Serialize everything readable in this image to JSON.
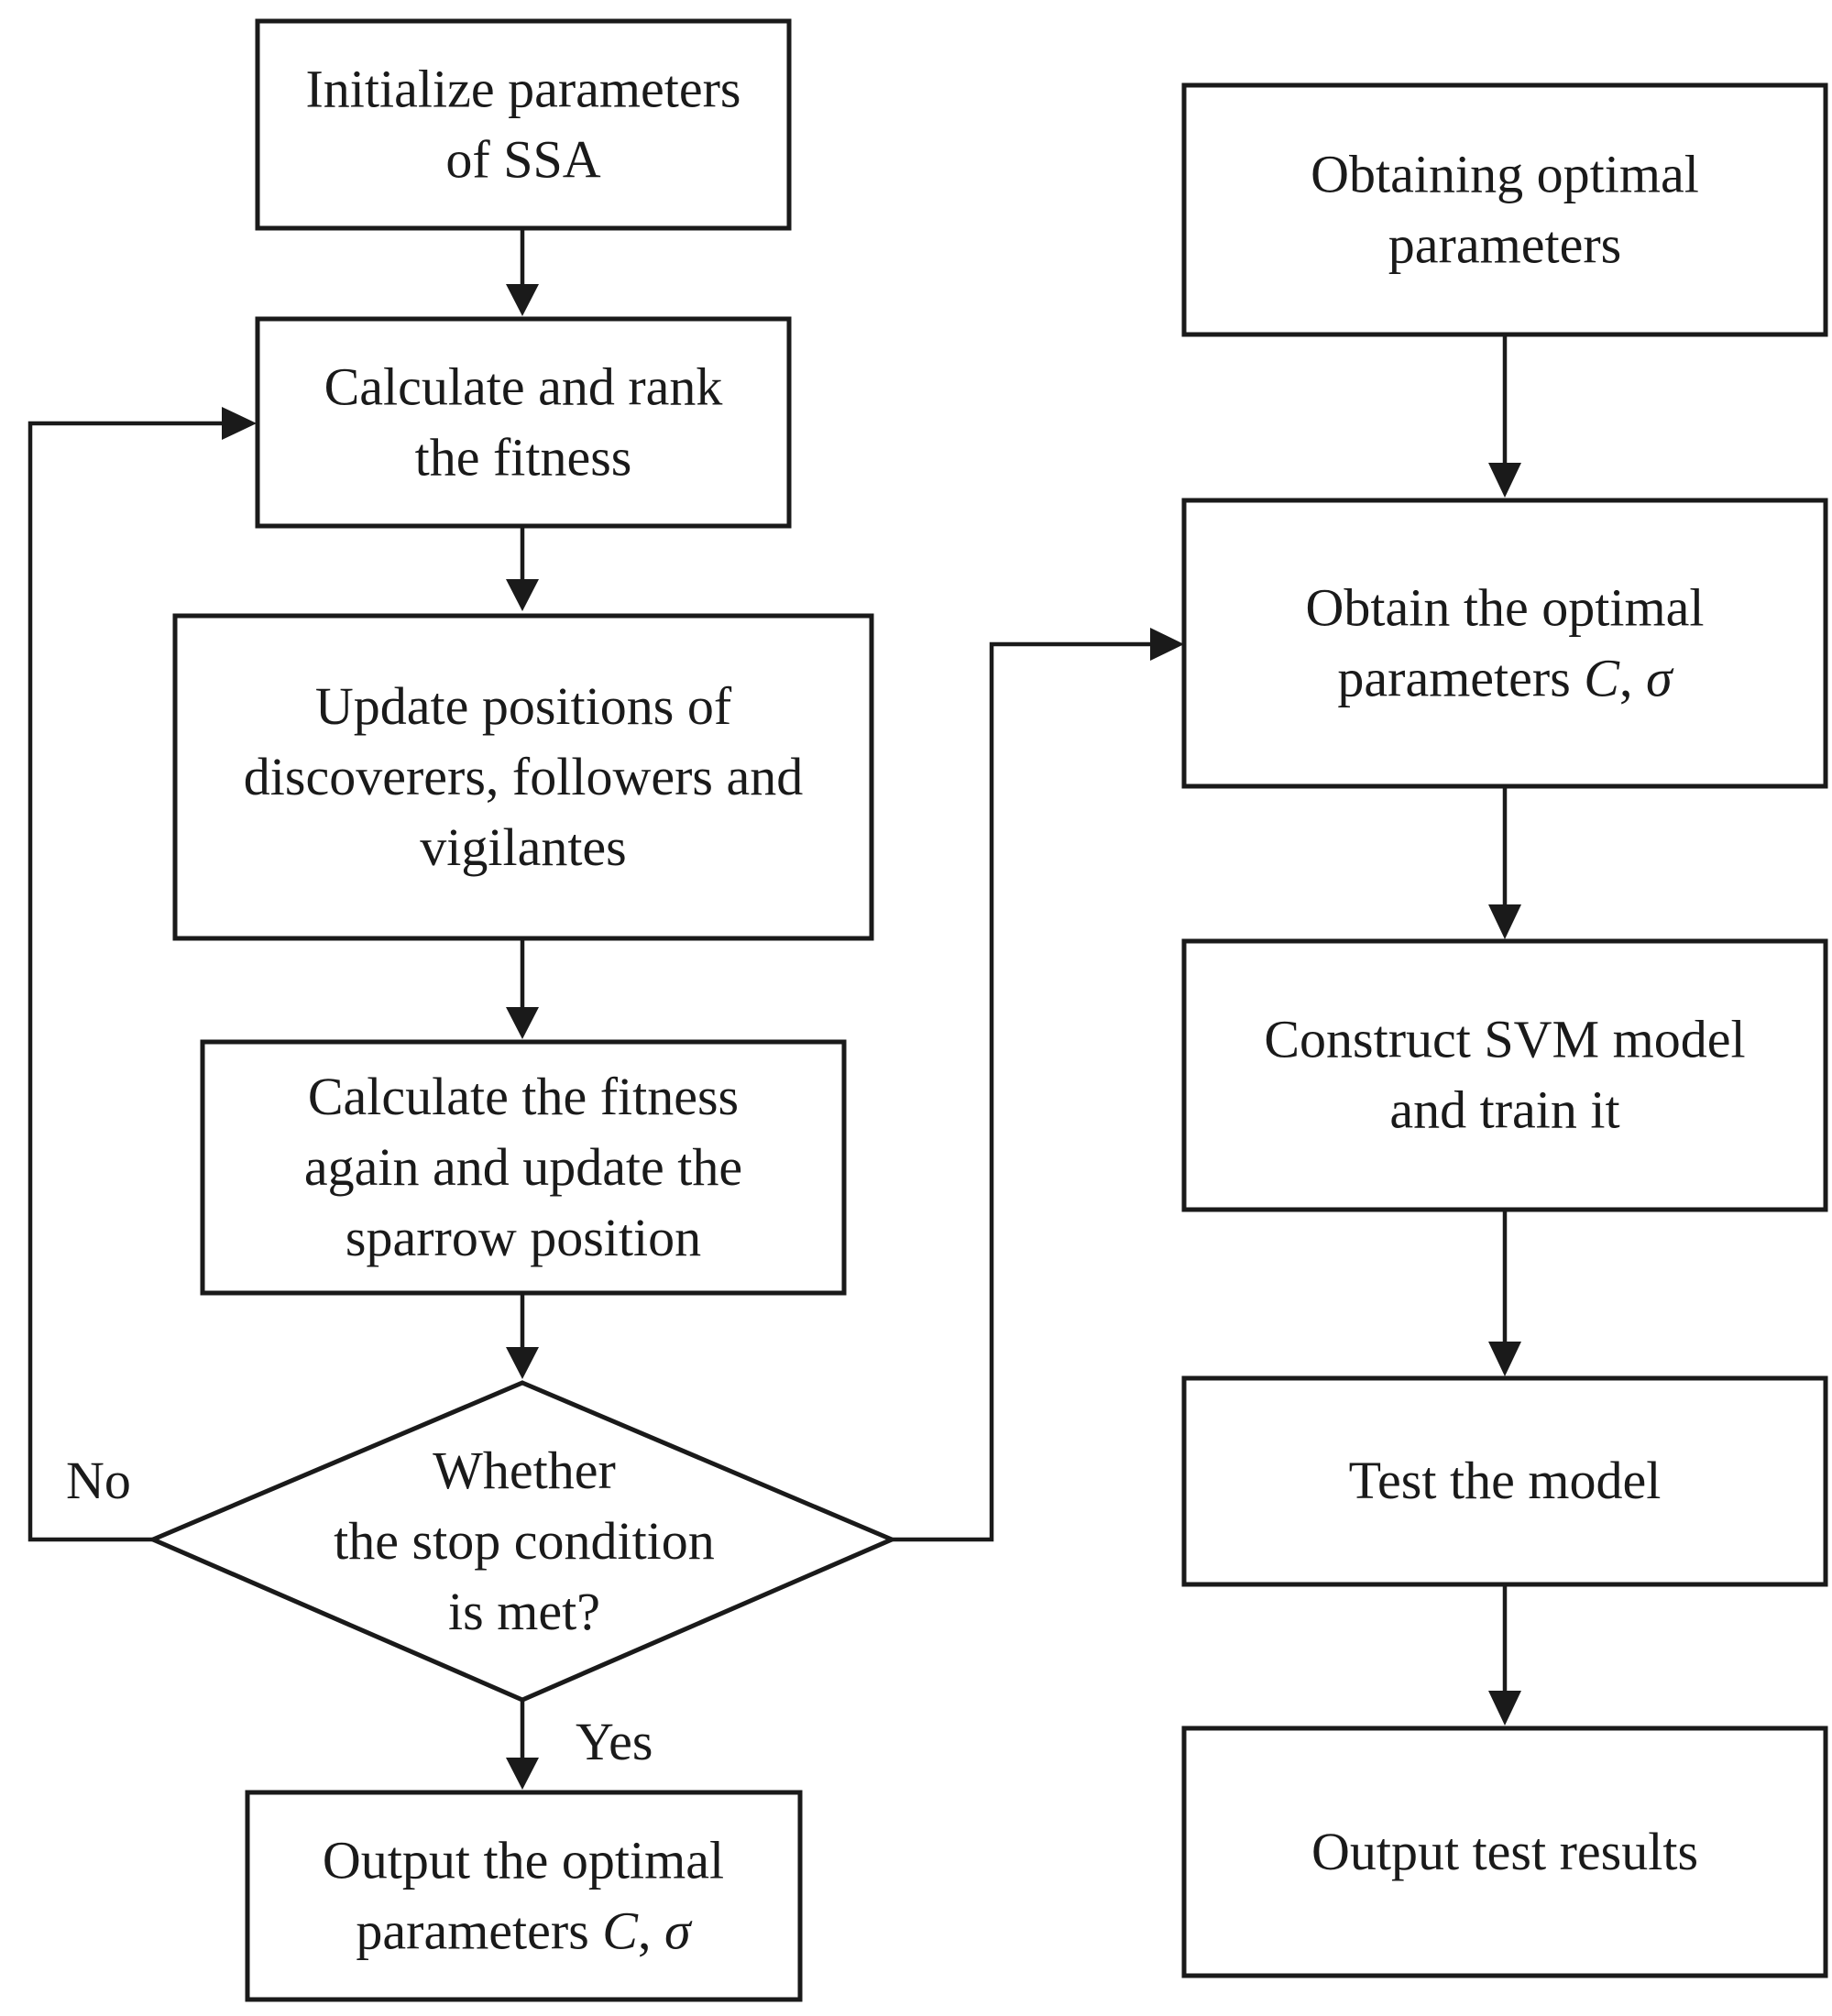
{
  "colors": {
    "stroke": "#1a1a1a",
    "background": "#ffffff"
  },
  "nodes": {
    "init": {
      "lines": [
        "Initialize parameters",
        "of SSA"
      ]
    },
    "rank": {
      "lines": [
        "Calculate and rank",
        "the fitness"
      ]
    },
    "update": {
      "lines": [
        "Update positions of",
        "discoverers, followers and",
        "vigilantes"
      ]
    },
    "again": {
      "lines": [
        "Calculate the fitness",
        "again and update the",
        "sparrow position"
      ]
    },
    "decision": {
      "lines": [
        "Whether",
        "the stop condition",
        "is met?"
      ]
    },
    "output_left": {
      "lines": [
        [
          "Output the optimal"
        ],
        [
          "parameters ",
          {
            "i": "C"
          },
          ", ",
          {
            "i": "σ"
          }
        ]
      ]
    },
    "obtaining": {
      "lines": [
        "Obtaining optimal",
        "parameters"
      ]
    },
    "obtain": {
      "lines": [
        [
          "Obtain the optimal"
        ],
        [
          "parameters ",
          {
            "i": "C"
          },
          ", ",
          {
            "i": "σ"
          }
        ]
      ]
    },
    "construct": {
      "lines": [
        "Construct SVM model",
        "and train it"
      ]
    },
    "test": {
      "lines": [
        "Test the model"
      ]
    },
    "results": {
      "lines": [
        "Output test results"
      ]
    }
  },
  "edge_labels": {
    "no": "No",
    "yes": "Yes"
  }
}
